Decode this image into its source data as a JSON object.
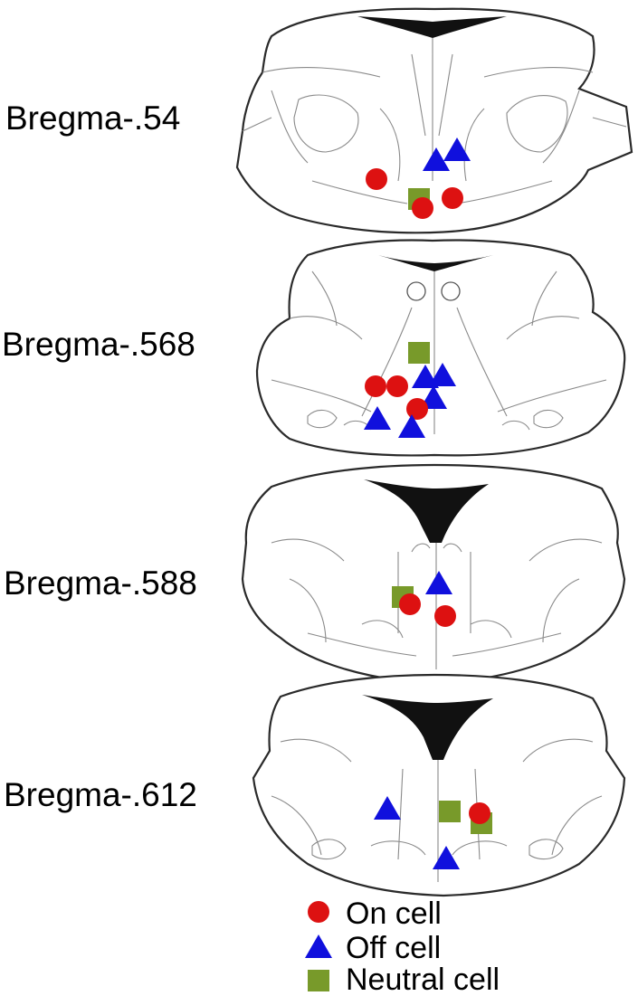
{
  "colors": {
    "on_cell": "#dd1111",
    "off_cell": "#1010dd",
    "neutral_cell": "#789a2a"
  },
  "sections": [
    {
      "label": "Bregma-.54",
      "markers": [
        {
          "type": "off",
          "name": "off-cell-marker"
        },
        {
          "type": "off",
          "name": "off-cell-marker"
        },
        {
          "type": "on",
          "name": "on-cell-marker"
        },
        {
          "type": "neutral",
          "name": "neutral-cell-marker"
        },
        {
          "type": "on",
          "name": "on-cell-marker"
        },
        {
          "type": "on",
          "name": "on-cell-marker"
        }
      ]
    },
    {
      "label": "Bregma-.568"
    },
    {
      "label": "Bregma-.588"
    },
    {
      "label": "Bregma-.612"
    }
  ],
  "legend": {
    "items": [
      {
        "symbol": "circle-icon",
        "label": "On cell"
      },
      {
        "symbol": "triangle-icon",
        "label": "Off cell"
      },
      {
        "symbol": "square-icon",
        "label": "Neutral cell"
      }
    ]
  }
}
